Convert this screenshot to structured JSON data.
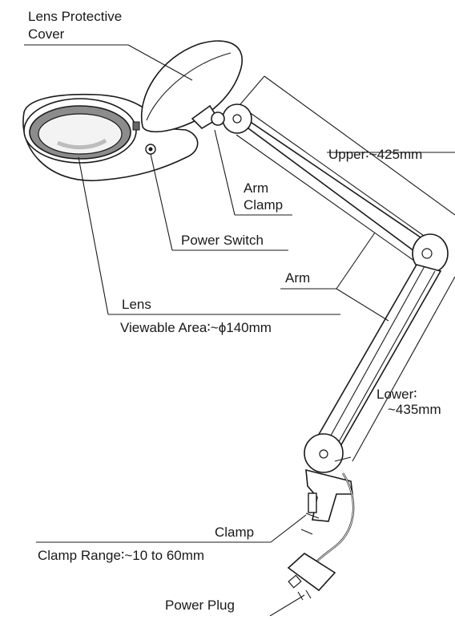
{
  "labels": {
    "lens_cover_1": "Lens Protective",
    "lens_cover_2": "Cover",
    "upper": "Upper∶~425mm",
    "arm_clamp_1": "Arm",
    "arm_clamp_2": "Clamp",
    "power_switch": "Power Switch",
    "arm": "Arm",
    "lens": "Lens",
    "viewable_area": "Viewable Area∶~ϕ140mm",
    "lower_1": "Lower∶",
    "lower_2": "~435mm",
    "clamp": "Clamp",
    "clamp_range": "Clamp Range∶~10 to 60mm",
    "power_plug": "Power Plug"
  }
}
